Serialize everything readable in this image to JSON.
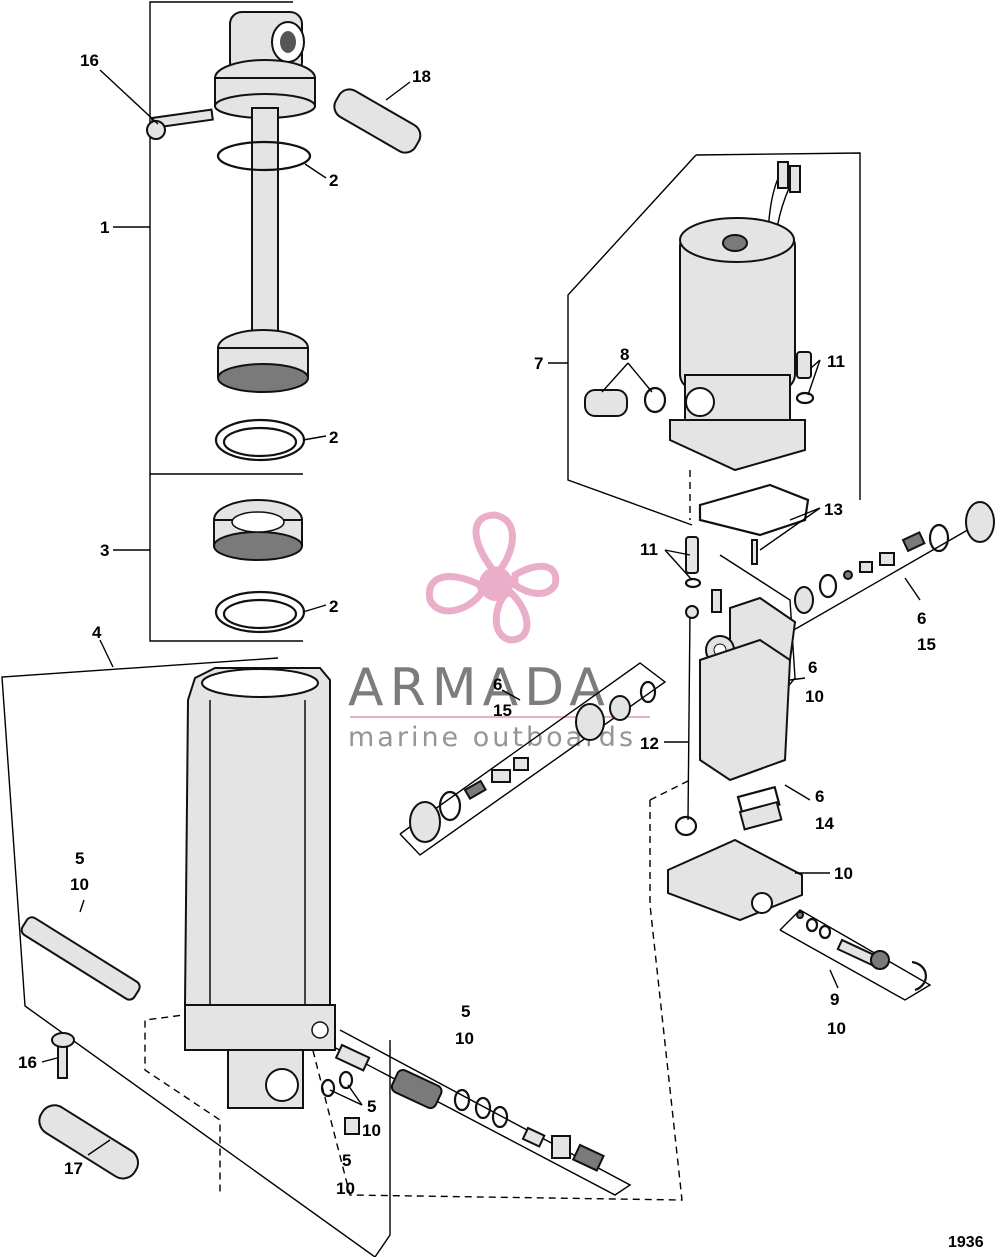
{
  "diagram_code": "1936",
  "watermark": {
    "brand": "ARMADA",
    "tagline": "marine outboards",
    "color_pink": "#e8a6c4",
    "color_gray": "#6e6e6e"
  },
  "callouts": {
    "c1": "1",
    "c2a": "2",
    "c2b": "2",
    "c2c": "2",
    "c3": "3",
    "c4": "4",
    "c5a_top": "5",
    "c5a_bot": "10",
    "c5b_top": "5",
    "c5b_bot": "10",
    "c5c": "5",
    "c5d": "10",
    "c5e_top": "5",
    "c5e_bot": "10",
    "c6a_top": "6",
    "c6a_bot": "15",
    "c6b_top": "6",
    "c6b_bot": "10",
    "c6c_top": "6",
    "c6c_bot": "15",
    "c6d_top": "6",
    "c6d_bot": "14",
    "c7": "7",
    "c8": "8",
    "c9_top": "9",
    "c9_bot": "10",
    "c10": "10",
    "c11a": "11",
    "c11b": "11",
    "c12": "12",
    "c13": "13",
    "c16a": "16",
    "c16b": "16",
    "c17": "17",
    "c18": "18"
  }
}
